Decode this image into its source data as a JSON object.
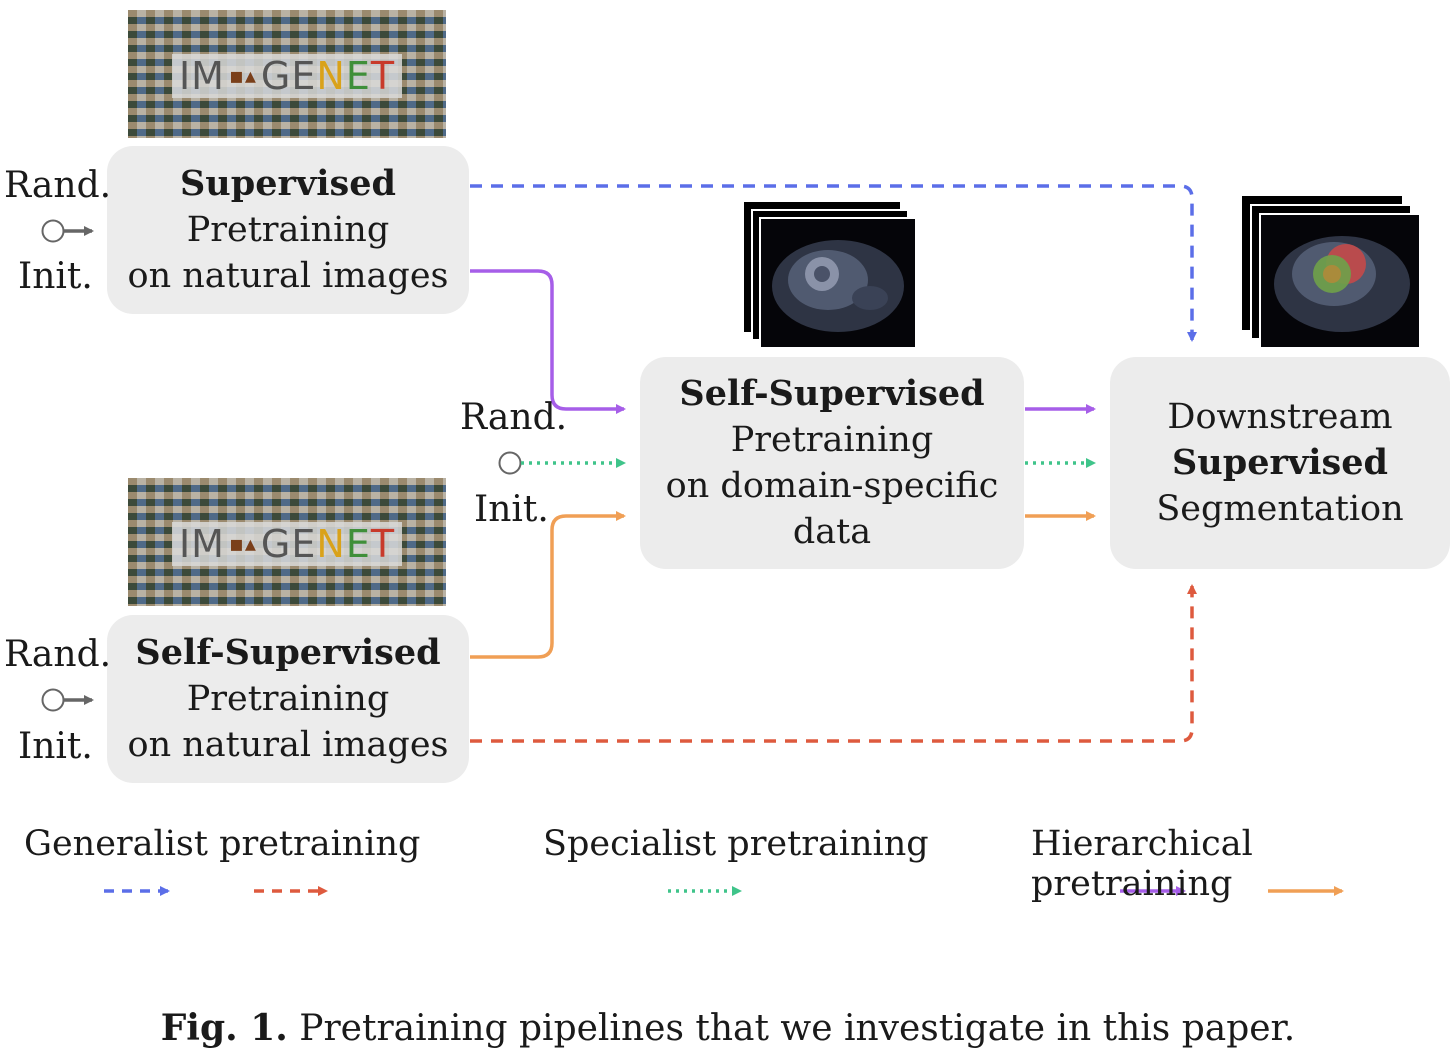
{
  "nodes": {
    "supervised_natural": {
      "bold": "Supervised",
      "line2": "Pretraining",
      "line3": "on natural images"
    },
    "selfsup_natural": {
      "bold": "Self-Supervised",
      "line2": "Pretraining",
      "line3": "on natural images"
    },
    "selfsup_domain": {
      "bold": "Self-Supervised",
      "line2": "Pretraining",
      "line3": "on domain-specific",
      "line4": "data"
    },
    "downstream": {
      "line1": "Downstream",
      "bold": "Supervised",
      "line3": "Segmentation"
    }
  },
  "init_labels": {
    "rand": "Rand.",
    "init": "Init."
  },
  "imagenet_logo": {
    "letters": [
      "IM",
      "GE",
      "N",
      "E",
      "T"
    ]
  },
  "legend": {
    "generalist": "Generalist pretraining",
    "specialist": "Specialist pretraining",
    "hierarchical": "Hierarchical pretraining"
  },
  "caption": {
    "label": "Fig. 1.",
    "text": "Pretraining pipelines that we investigate in this paper."
  },
  "colors": {
    "blue": "#5b6ee8",
    "red": "#de5a3e",
    "green": "#3fc48a",
    "purple": "#a65ee8",
    "orange": "#f09f55",
    "gray": "#666666",
    "box": "#ececec"
  }
}
